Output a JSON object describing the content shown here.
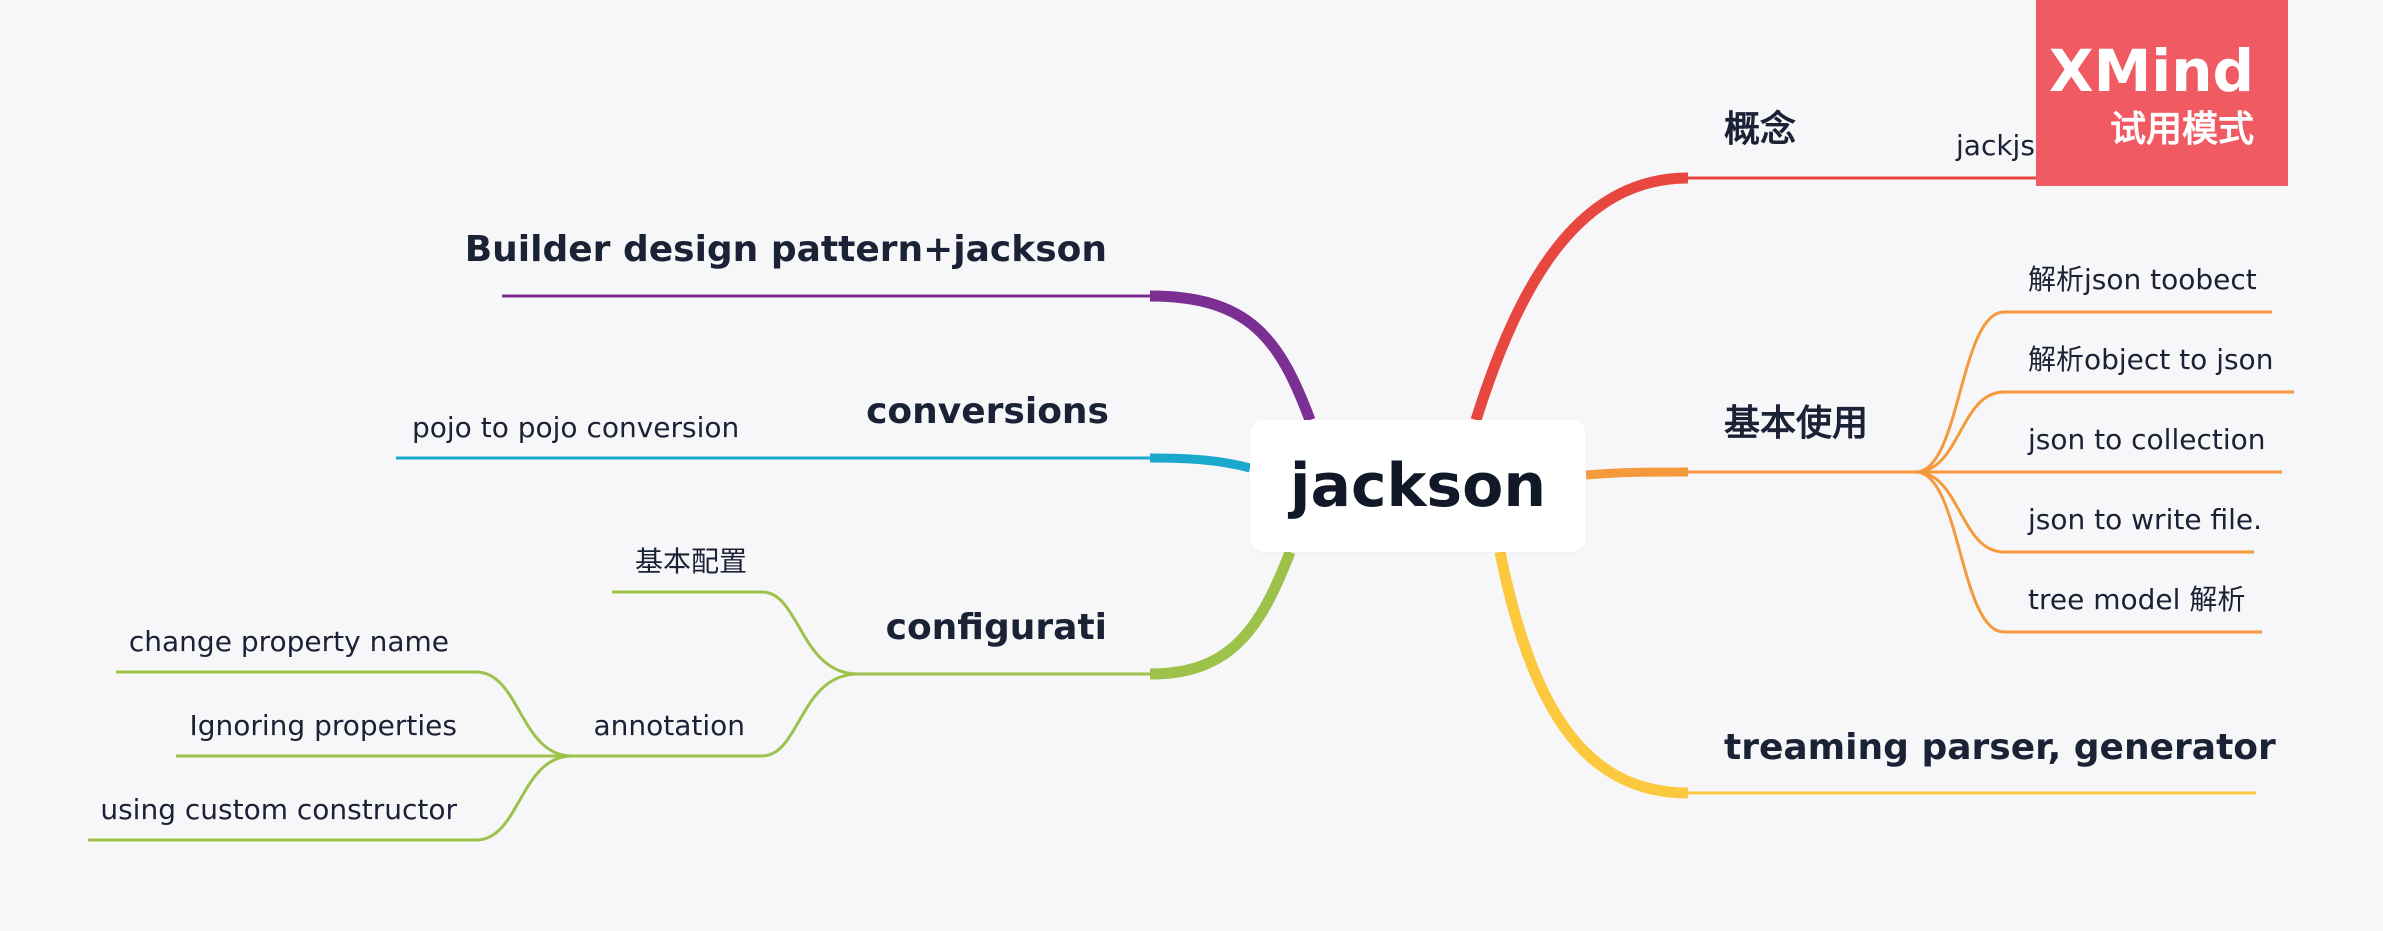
{
  "central": "jackson",
  "topics": {
    "concept": {
      "label": "概念",
      "children": [
        "jackjson作用"
      ]
    },
    "basic_usage": {
      "label": "基本使用",
      "children": [
        "解析json toobect",
        "解析object to  json",
        "json to collection",
        "json to write file.",
        "tree model 解析"
      ]
    },
    "streaming": {
      "label": "treaming parser, generator"
    },
    "builder": {
      "label": "Builder design pattern+jackson"
    },
    "conversions": {
      "label": "conversions",
      "children": [
        "pojo to pojo conversion"
      ]
    },
    "configuration": {
      "label": "configurati",
      "basic_config": "基本配置",
      "annotation": {
        "label": "annotation",
        "children": [
          "change property name",
          "Ignoring properties",
          "using custom constructor"
        ]
      }
    }
  },
  "colors": {
    "concept": "#e8473f",
    "basic_usage": "#f59a3c",
    "streaming": "#fcc83e",
    "builder": "#7b2f92",
    "conversions": "#1aa9cc",
    "configuration": "#9dc24a"
  },
  "watermark": {
    "brand": "XMind",
    "mode": "试用模式"
  }
}
